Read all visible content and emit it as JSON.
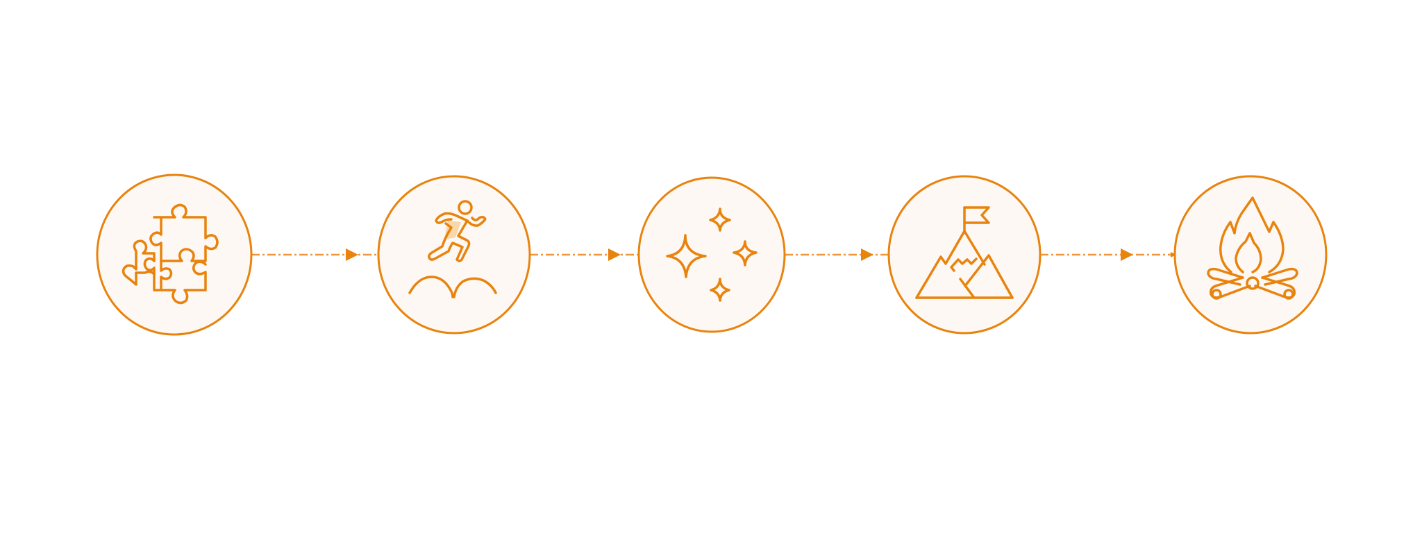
{
  "diagram": {
    "type": "process-flow",
    "colors": {
      "accent": "#E8830E",
      "connector": "#F0963A",
      "node_fill": "#FDF8F3",
      "highlight": "#F8D7A8",
      "background": "#FFFFFF"
    },
    "nodes": [
      {
        "id": "step-1",
        "icon": "puzzle-pieces-icon"
      },
      {
        "id": "step-2",
        "icon": "running-person-icon"
      },
      {
        "id": "step-3",
        "icon": "sparkles-icon"
      },
      {
        "id": "step-4",
        "icon": "mountain-flag-icon"
      },
      {
        "id": "step-5",
        "icon": "campfire-icon"
      }
    ],
    "connectors": [
      {
        "from": "step-1",
        "to": "step-2",
        "style": "dash-dot",
        "arrow": "forward"
      },
      {
        "from": "step-2",
        "to": "step-3",
        "style": "dash-dot",
        "arrow": "forward"
      },
      {
        "from": "step-3",
        "to": "step-4",
        "style": "dash-dot",
        "arrow": "forward"
      },
      {
        "from": "step-4",
        "to": "step-5",
        "style": "dash-dot",
        "arrow": "forward"
      }
    ]
  }
}
